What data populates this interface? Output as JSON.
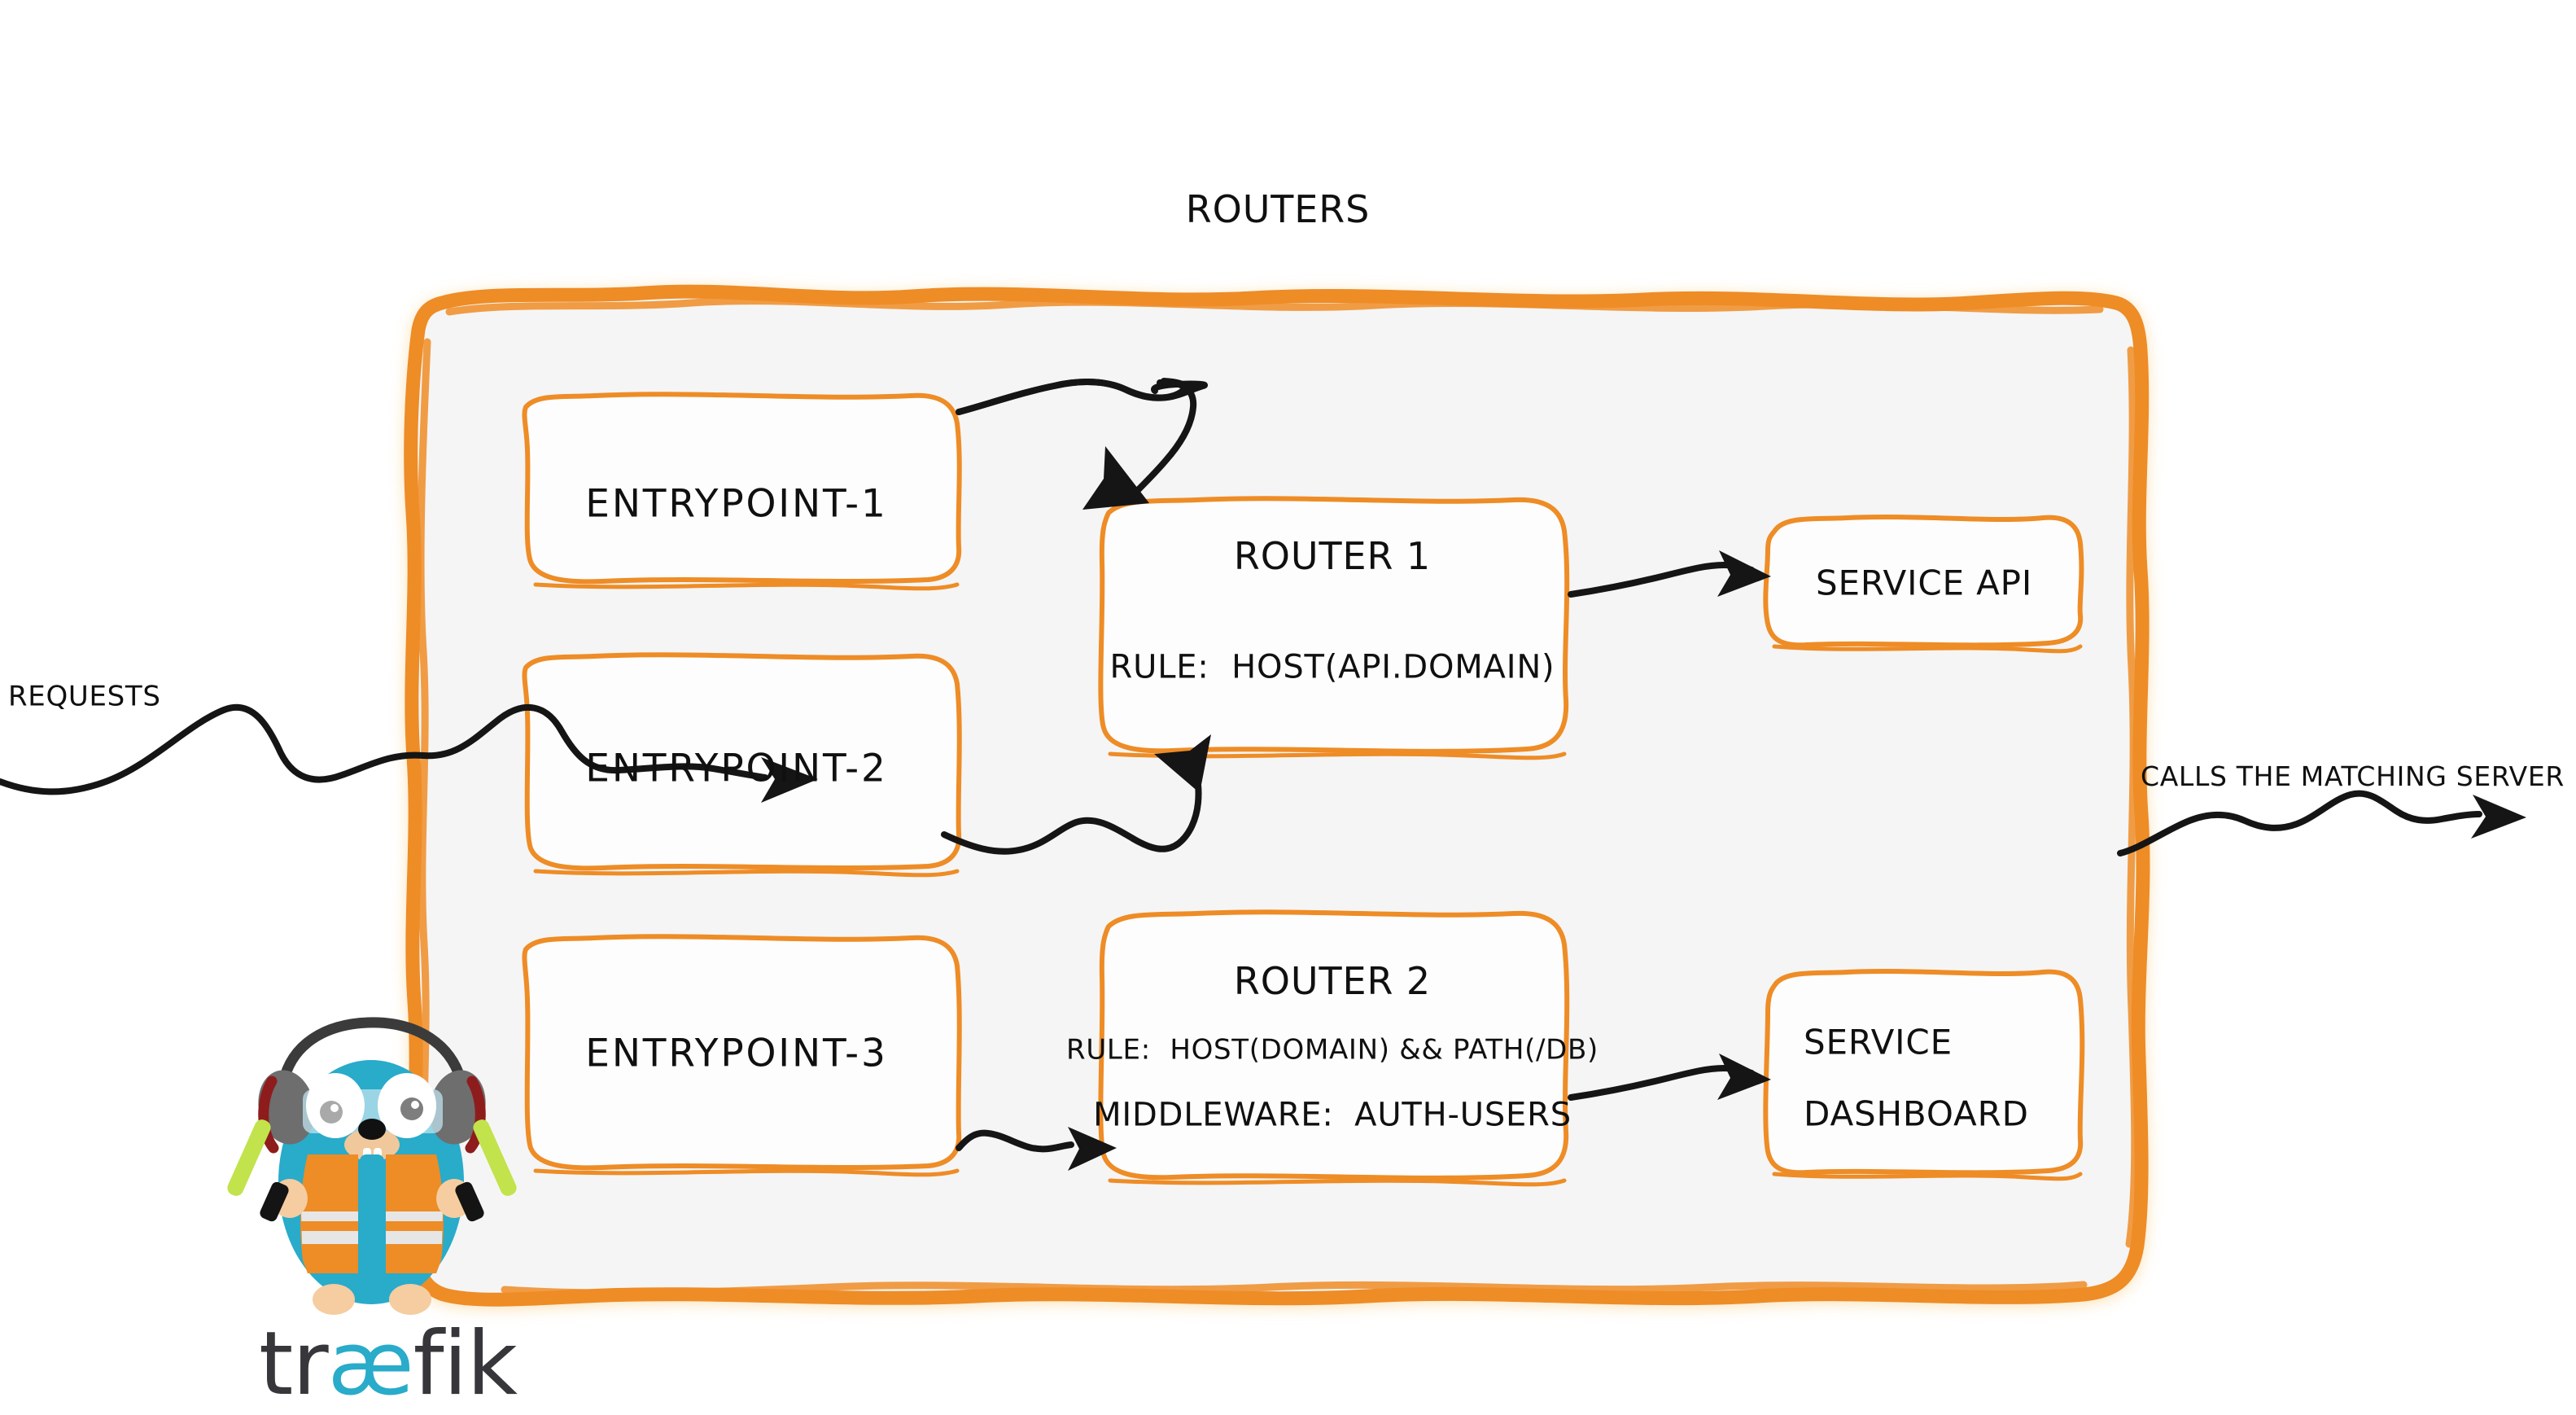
{
  "diagram": {
    "title": "Routers",
    "container": {
      "fill": "#F5F5F5",
      "stroke": "#EE8C26"
    },
    "entrypoints": [
      {
        "label": "entrypoint-1"
      },
      {
        "label": "entrypoint-2"
      },
      {
        "label": "entrypoint-3"
      }
    ],
    "routers": [
      {
        "name": "Router 1",
        "rule_prefix": "rule:",
        "rule": "Host(api.domain)",
        "middleware_prefix": null,
        "middleware": null
      },
      {
        "name": "Router 2",
        "rule_prefix": "rule:",
        "rule": "Host(domain) && Path(/db)",
        "middleware_prefix": "Middleware:",
        "middleware": "auth-users"
      }
    ],
    "services": [
      {
        "lines": [
          "Service API"
        ]
      },
      {
        "lines": [
          "Service",
          "Dashboard"
        ]
      }
    ],
    "labels": {
      "incoming": "Requests",
      "outgoing": "Calls the matching server"
    },
    "logo": {
      "wordmark_pre": "tr",
      "wordmark_ae": "æ",
      "wordmark_post": "fik",
      "body_color": "#29ABCA",
      "vest_color": "#EE8C26",
      "wordmark_color": "#37373B"
    }
  }
}
